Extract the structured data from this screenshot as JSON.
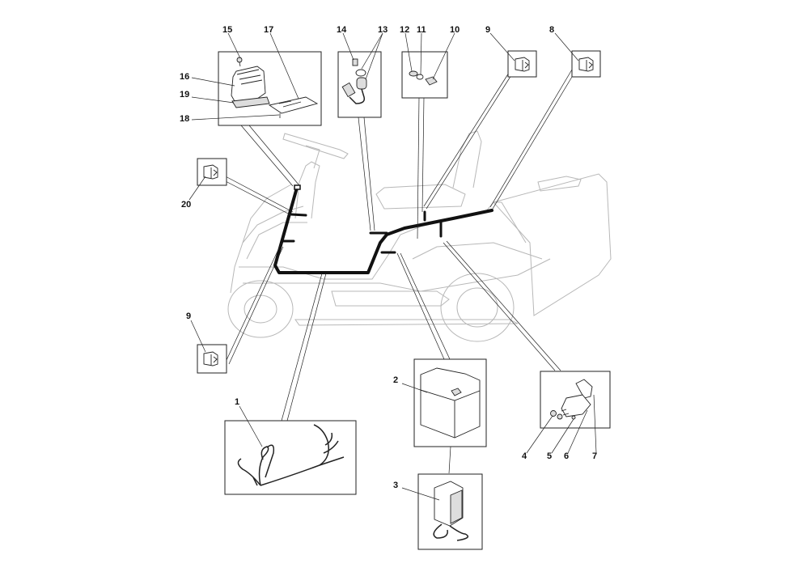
{
  "diagram": {
    "title": "Electrical system exploded parts diagram - ride-on mower",
    "callouts": {
      "c1": "1",
      "c2": "2",
      "c3": "3",
      "c4": "4",
      "c5": "5",
      "c6": "6",
      "c7": "7",
      "c8": "8",
      "c9a": "9",
      "c9b": "9",
      "c10": "10",
      "c11": "11",
      "c12": "12",
      "c13": "13",
      "c14": "14",
      "c15": "15",
      "c16": "16",
      "c17": "17",
      "c18": "18",
      "c19": "19",
      "c20": "20"
    },
    "parts": [
      {
        "ref": "1",
        "depicts": "main wiring harness"
      },
      {
        "ref": "2",
        "depicts": "battery"
      },
      {
        "ref": "3",
        "depicts": "battery charger"
      },
      {
        "ref": "4",
        "depicts": "nut"
      },
      {
        "ref": "5",
        "depicts": "screw"
      },
      {
        "ref": "6",
        "depicts": "starter solenoid"
      },
      {
        "ref": "7",
        "depicts": "terminal cover"
      },
      {
        "ref": "8",
        "depicts": "safety microswitch"
      },
      {
        "ref": "9",
        "depicts": "safety microswitch"
      },
      {
        "ref": "10",
        "depicts": "connector"
      },
      {
        "ref": "11",
        "depicts": "fuse"
      },
      {
        "ref": "12",
        "depicts": "fuse holder"
      },
      {
        "ref": "13",
        "depicts": "ignition switch with nut"
      },
      {
        "ref": "14",
        "depicts": "ignition key"
      },
      {
        "ref": "15",
        "depicts": "screw"
      },
      {
        "ref": "16",
        "depicts": "electronic control module cover"
      },
      {
        "ref": "17",
        "depicts": "circuit board"
      },
      {
        "ref": "18",
        "depicts": "screw"
      },
      {
        "ref": "19",
        "depicts": "module bracket"
      },
      {
        "ref": "20",
        "depicts": "safety microswitch"
      }
    ]
  }
}
